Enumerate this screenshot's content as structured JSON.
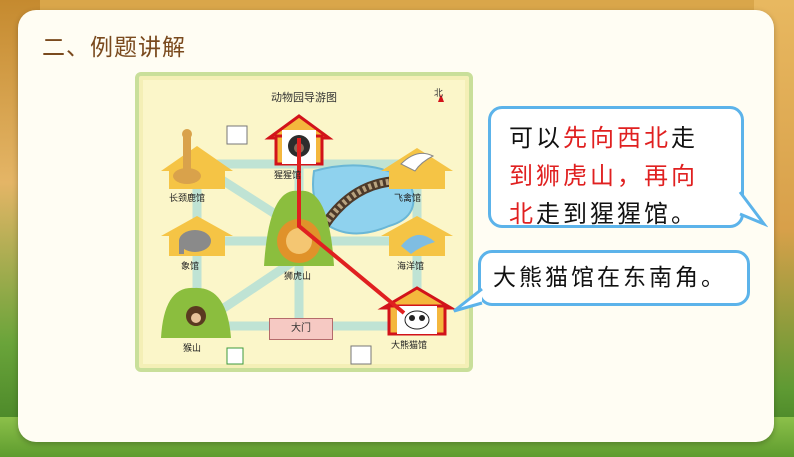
{
  "slide": {
    "title": "二、例题讲解"
  },
  "map": {
    "title": "动物园导游图",
    "north_label": "北",
    "places": {
      "giraffe": "长颈鹿馆",
      "gorilla": "猩猩馆",
      "birds": "飞禽馆",
      "elephant": "象馆",
      "lion_hill": "狮虎山",
      "ocean": "海洋馆",
      "monkey_hill": "猴山",
      "gate": "大门",
      "panda": "大熊猫馆"
    }
  },
  "callout_route": {
    "line1_a": "可以",
    "line1_b": "先向西北",
    "line1_c": "走",
    "line2": "到狮虎山，再向",
    "line3_a": "北",
    "line3_b": "走到猩猩馆。"
  },
  "callout_panda": {
    "text": "大熊猫馆在东南角。"
  },
  "colors": {
    "route": "#e02020",
    "bubble_border": "#5cb3ea",
    "path": "#bfe3d4",
    "title": "#7a4a1e"
  }
}
